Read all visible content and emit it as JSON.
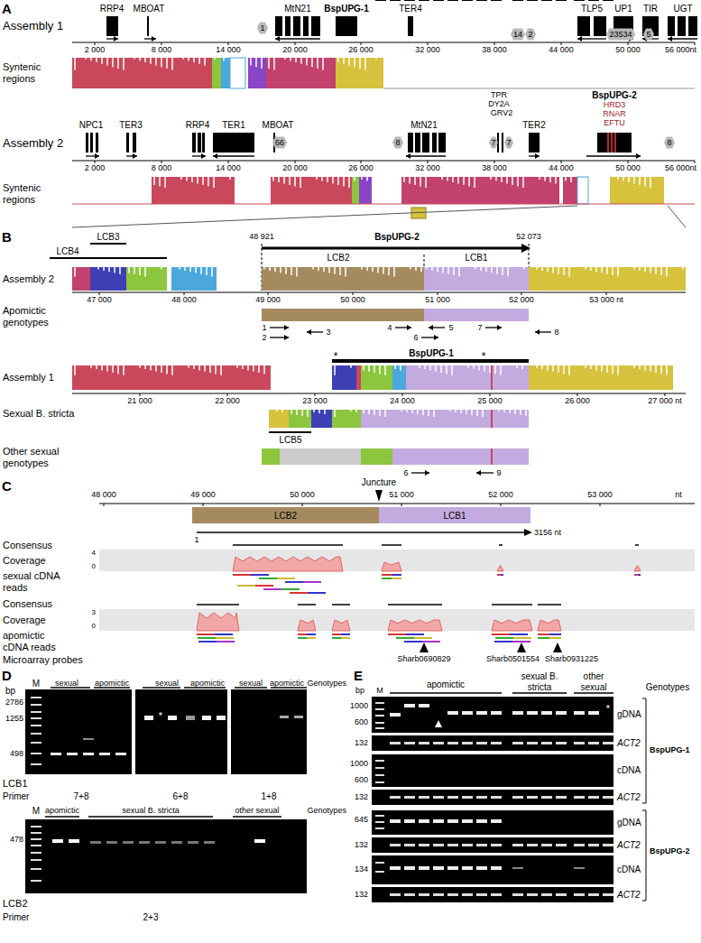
{
  "diagram": {
    "nodes": [
      {
        "text": [
          "LCB2"
        ]
      },
      {
        "text": [
          "LCB1"
        ]
      }
    ],
    "labels": [
      "A",
      "Assembly 1",
      "RRP4",
      "MBOAT",
      "MtN21",
      "BspUPG-1",
      "TER4",
      "TLP5",
      "UP1",
      "TIR",
      "UGT",
      "1",
      "14",
      "2",
      "23534",
      "5",
      "2 000",
      "8 000",
      "14 000",
      "20 000",
      "26 000",
      "32 000",
      "38 000",
      "44 000",
      "50 000",
      "56 000nt",
      "Syntenic regions",
      "Assembly 2",
      "NPC1",
      "TER3",
      "RRP4",
      "TER1",
      "MBOAT",
      "MtN21",
      "TPR",
      "DY2A",
      "GRV2",
      "TER2",
      "BspUPG-2",
      "HRD3",
      "RNAR",
      "EFTU",
      "66",
      "8",
      "7",
      "7",
      "8",
      "2 000",
      "8 000",
      "14 000",
      "20 000",
      "26 000",
      "32 000",
      "38 000",
      "44 000",
      "50 000",
      "56 000nt",
      "Syntenic regions",
      "B",
      "LCB3",
      "LCB4",
      "48 921",
      "BspUPG-2",
      "52 073",
      "LCB2",
      "LCB1",
      "Assembly 2",
      "47 000",
      "48 000",
      "49 000",
      "50 000",
      "51 000",
      "52 000",
      "53 000 nt",
      "Apomictic genotypes",
      "1",
      "2",
      "3",
      "4",
      "5",
      "6",
      "7",
      "8",
      "*",
      "BspUPG-1",
      "*",
      "Assembly 1",
      "21 000",
      "22 000",
      "23 000",
      "24 000",
      "25 000",
      "26 000",
      "27 000 nt",
      "Sexual B. stricta",
      "LCB5",
      "Other sexual genotypes",
      "6",
      "9",
      "C",
      "48 000",
      "49 000",
      "50 000",
      "51 000",
      "52 000",
      "53 000",
      "nt",
      "Juncture",
      "1",
      "3156 nt",
      "Consensus",
      "Coverage",
      "4",
      "0",
      "sexual cDNA reads",
      "Consensus",
      "Coverage",
      "3",
      "0",
      "apomictic cDNA reads",
      "Microarray probes",
      "Sharb0690829",
      "Sharb0501554",
      "Sharb0931225",
      "D",
      "bp",
      "M",
      "sexual",
      "apomictic",
      "sexual",
      "apomictic",
      "sexual",
      "apomictic",
      "Genotypes",
      "2786",
      "1255",
      "498",
      "*",
      "LCB1",
      "Primer",
      "7+8",
      "6+8",
      "1+8",
      "M",
      "apomictic",
      "sexual B. stricta",
      "other sexual",
      "Genotypes",
      "478",
      "LCB2",
      "Primer",
      "2+3",
      "E",
      "bp",
      "M",
      "apomictic",
      "sexual B. stricta",
      "other sexual",
      "Genotypes",
      "1000",
      "600",
      "132",
      "1000",
      "600",
      "132",
      "645",
      "132",
      "134",
      "132",
      "gDNA",
      "ACT2",
      "cDNA",
      "ACT2",
      "BspUPG-1",
      "gDNA",
      "ACT2",
      "cDNA",
      "ACT2",
      "BspUPG-2",
      "*"
    ]
  }
}
